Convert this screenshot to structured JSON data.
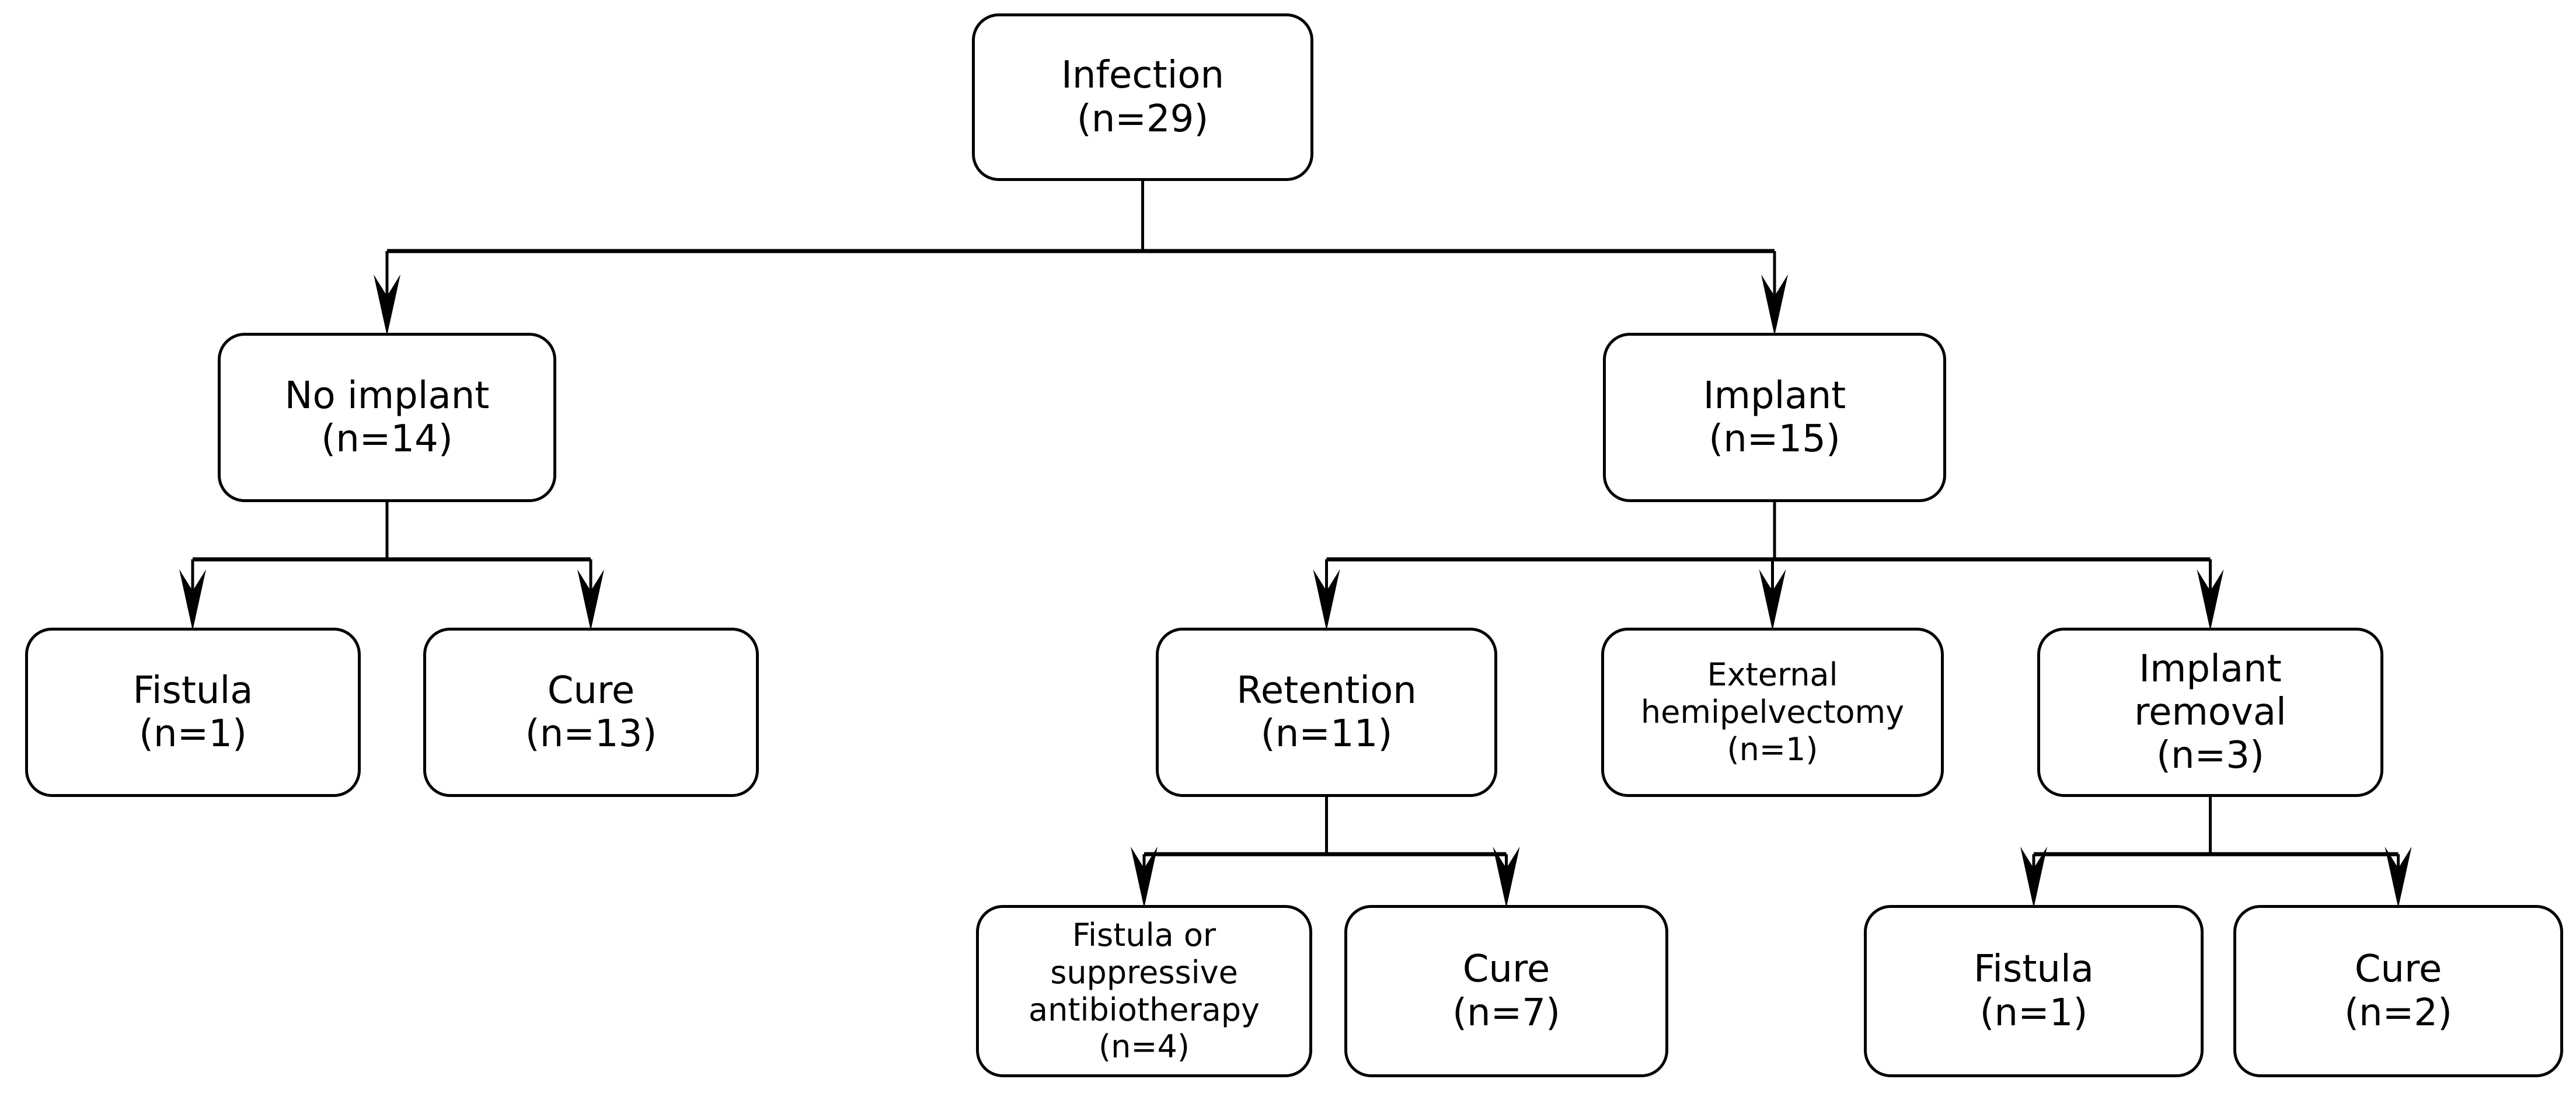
{
  "diagram": {
    "type": "flowchart",
    "nodes": {
      "infection": {
        "label": "Infection",
        "count": "(n=29)"
      },
      "no_implant": {
        "label": "No implant",
        "count": "(n=14)"
      },
      "implant": {
        "label": "Implant",
        "count": "(n=15)"
      },
      "fistula_no_implant": {
        "label": "Fistula",
        "count": "(n=1)"
      },
      "cure_no_implant": {
        "label": "Cure",
        "count": "(n=13)"
      },
      "retention": {
        "label": "Retention",
        "count": "(n=11)"
      },
      "external_hemipelvectomy": {
        "label": "External hemipelvectomy",
        "count": "(n=1)"
      },
      "implant_removal": {
        "label": "Implant removal",
        "count": "(n=3)"
      },
      "fistula_suppressive": {
        "label": "Fistula or suppressive antibiotherapy",
        "count": "(n=4)"
      },
      "cure_retention": {
        "label": "Cure",
        "count": "(n=7)"
      },
      "fistula_removal": {
        "label": "Fistula",
        "count": "(n=1)"
      },
      "cure_removal": {
        "label": "Cure",
        "count": "(n=2)"
      }
    },
    "edges": [
      {
        "from": "infection",
        "to": "no_implant"
      },
      {
        "from": "infection",
        "to": "implant"
      },
      {
        "from": "no_implant",
        "to": "fistula_no_implant"
      },
      {
        "from": "no_implant",
        "to": "cure_no_implant"
      },
      {
        "from": "implant",
        "to": "retention"
      },
      {
        "from": "implant",
        "to": "external_hemipelvectomy"
      },
      {
        "from": "implant",
        "to": "implant_removal"
      },
      {
        "from": "retention",
        "to": "fistula_suppressive"
      },
      {
        "from": "retention",
        "to": "cure_retention"
      },
      {
        "from": "implant_removal",
        "to": "fistula_removal"
      },
      {
        "from": "implant_removal",
        "to": "cure_removal"
      }
    ],
    "colors": {
      "background": "#ffffff",
      "box_fill": "#ffffff",
      "box_border": "#000000",
      "line": "#000000",
      "text": "#000000"
    }
  }
}
